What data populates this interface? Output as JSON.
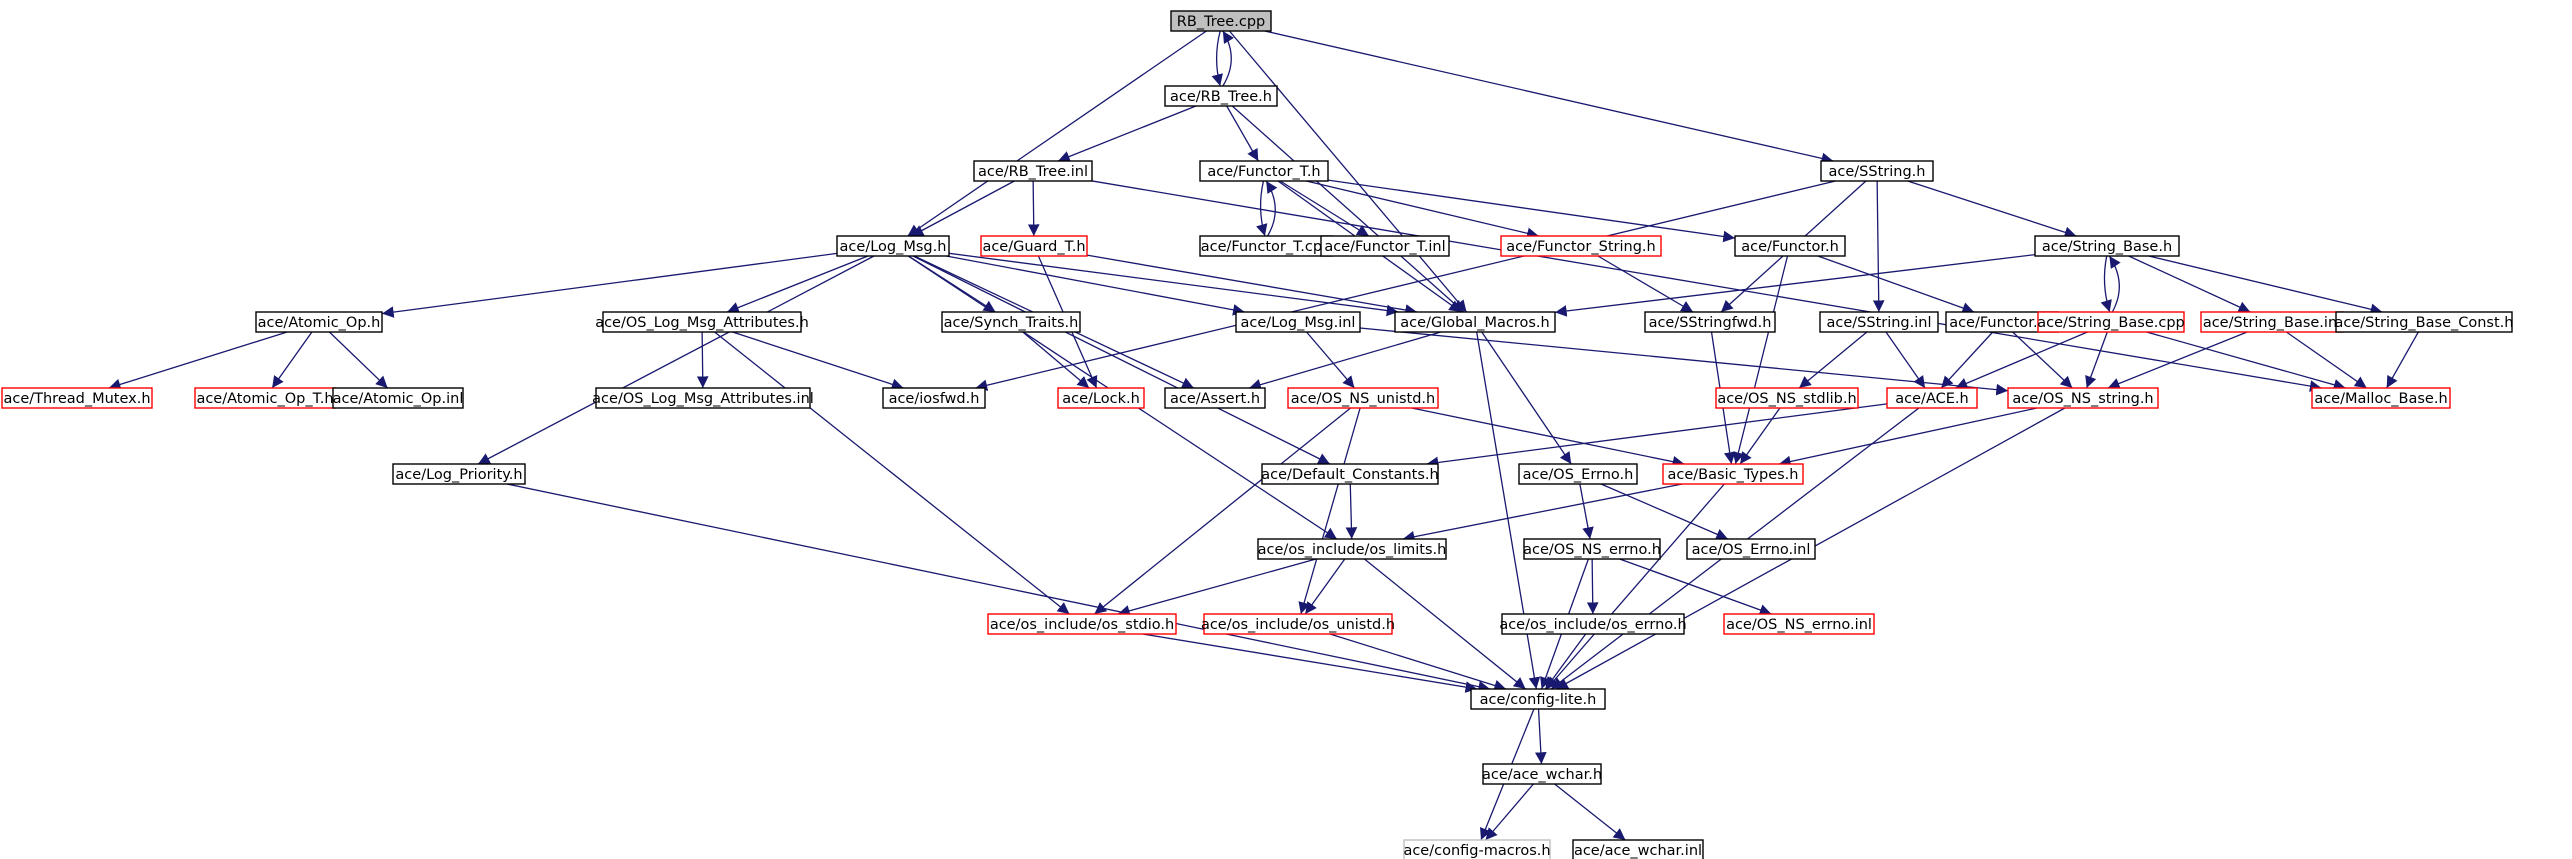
{
  "colors": {
    "edge": "#191970",
    "border_normal": "#000000",
    "border_undocumented": "#ff0000",
    "border_external": "#bfbfbf",
    "fill_root": "#bfbfbf",
    "fill_normal": "#ffffff"
  },
  "nodes": [
    {
      "id": "rb_tree_cpp",
      "label": "RB_Tree.cpp",
      "style": "root"
    },
    {
      "id": "rb_tree_h",
      "label": "ace/RB_Tree.h",
      "style": "normal"
    },
    {
      "id": "rb_tree_inl",
      "label": "ace/RB_Tree.inl",
      "style": "normal"
    },
    {
      "id": "functor_t_h",
      "label": "ace/Functor_T.h",
      "style": "normal"
    },
    {
      "id": "sstring_h",
      "label": "ace/SString.h",
      "style": "normal"
    },
    {
      "id": "log_msg_h",
      "label": "ace/Log_Msg.h",
      "style": "normal"
    },
    {
      "id": "guard_t_h",
      "label": "ace/Guard_T.h",
      "style": "red"
    },
    {
      "id": "functor_t_cpp",
      "label": "ace/Functor_T.cpp",
      "style": "normal"
    },
    {
      "id": "functor_t_inl",
      "label": "ace/Functor_T.inl",
      "style": "normal"
    },
    {
      "id": "functor_string_h",
      "label": "ace/Functor_String.h",
      "style": "red"
    },
    {
      "id": "functor_h",
      "label": "ace/Functor.h",
      "style": "normal"
    },
    {
      "id": "string_base_h",
      "label": "ace/String_Base.h",
      "style": "normal"
    },
    {
      "id": "atomic_op_h",
      "label": "ace/Atomic_Op.h",
      "style": "normal"
    },
    {
      "id": "os_log_msg_attr_h",
      "label": "ace/OS_Log_Msg_Attributes.h",
      "style": "normal"
    },
    {
      "id": "synch_traits_h",
      "label": "ace/Synch_Traits.h",
      "style": "normal"
    },
    {
      "id": "log_msg_inl",
      "label": "ace/Log_Msg.inl",
      "style": "normal"
    },
    {
      "id": "global_macros_h",
      "label": "ace/Global_Macros.h",
      "style": "normal"
    },
    {
      "id": "sstringfwd_h",
      "label": "ace/SStringfwd.h",
      "style": "normal"
    },
    {
      "id": "sstring_inl",
      "label": "ace/SString.inl",
      "style": "normal"
    },
    {
      "id": "functor_inl",
      "label": "ace/Functor.inl",
      "style": "normal"
    },
    {
      "id": "string_base_cpp",
      "label": "ace/String_Base.cpp",
      "style": "red"
    },
    {
      "id": "string_base_inl",
      "label": "ace/String_Base.inl",
      "style": "red"
    },
    {
      "id": "string_base_const_h",
      "label": "ace/String_Base_Const.h",
      "style": "normal"
    },
    {
      "id": "thread_mutex_h",
      "label": "ace/Thread_Mutex.h",
      "style": "red"
    },
    {
      "id": "atomic_op_t_h",
      "label": "ace/Atomic_Op_T.h",
      "style": "red"
    },
    {
      "id": "atomic_op_inl",
      "label": "ace/Atomic_Op.inl",
      "style": "normal"
    },
    {
      "id": "os_log_msg_attr_inl",
      "label": "ace/OS_Log_Msg_Attributes.inl",
      "style": "normal"
    },
    {
      "id": "iosfwd_h",
      "label": "ace/iosfwd.h",
      "style": "normal"
    },
    {
      "id": "lock_h",
      "label": "ace/Lock.h",
      "style": "red"
    },
    {
      "id": "assert_h",
      "label": "ace/Assert.h",
      "style": "normal"
    },
    {
      "id": "os_ns_unistd_h",
      "label": "ace/OS_NS_unistd.h",
      "style": "red"
    },
    {
      "id": "os_ns_stdlib_h",
      "label": "ace/OS_NS_stdlib.h",
      "style": "red"
    },
    {
      "id": "ace_h",
      "label": "ace/ACE.h",
      "style": "red"
    },
    {
      "id": "os_ns_string_h",
      "label": "ace/OS_NS_string.h",
      "style": "red"
    },
    {
      "id": "malloc_base_h",
      "label": "ace/Malloc_Base.h",
      "style": "red"
    },
    {
      "id": "log_priority_h",
      "label": "ace/Log_Priority.h",
      "style": "normal"
    },
    {
      "id": "default_constants_h",
      "label": "ace/Default_Constants.h",
      "style": "normal"
    },
    {
      "id": "os_errno_h",
      "label": "ace/OS_Errno.h",
      "style": "normal"
    },
    {
      "id": "basic_types_h",
      "label": "ace/Basic_Types.h",
      "style": "red"
    },
    {
      "id": "os_limits_h",
      "label": "ace/os_include/os_limits.h",
      "style": "normal"
    },
    {
      "id": "os_ns_errno_h",
      "label": "ace/OS_NS_errno.h",
      "style": "normal"
    },
    {
      "id": "os_errno_inl",
      "label": "ace/OS_Errno.inl",
      "style": "normal"
    },
    {
      "id": "os_stdio_h",
      "label": "ace/os_include/os_stdio.h",
      "style": "red"
    },
    {
      "id": "os_unistd_h",
      "label": "ace/os_include/os_unistd.h",
      "style": "red"
    },
    {
      "id": "os_include_os_errno_h",
      "label": "ace/os_include/os_errno.h",
      "style": "normal"
    },
    {
      "id": "os_ns_errno_inl",
      "label": "ace/OS_NS_errno.inl",
      "style": "red"
    },
    {
      "id": "config_lite_h",
      "label": "ace/config-lite.h",
      "style": "normal"
    },
    {
      "id": "ace_wchar_h",
      "label": "ace/ace_wchar.h",
      "style": "normal"
    },
    {
      "id": "config_macros_h",
      "label": "ace/config-macros.h",
      "style": "external"
    },
    {
      "id": "ace_wchar_inl",
      "label": "ace/ace_wchar.inl",
      "style": "normal"
    }
  ],
  "edges": [
    [
      "rb_tree_cpp",
      "rb_tree_h"
    ],
    [
      "rb_tree_h",
      "rb_tree_cpp"
    ],
    [
      "rb_tree_cpp",
      "log_msg_h"
    ],
    [
      "rb_tree_cpp",
      "global_macros_h"
    ],
    [
      "rb_tree_cpp",
      "sstring_h"
    ],
    [
      "rb_tree_h",
      "rb_tree_inl"
    ],
    [
      "rb_tree_h",
      "functor_t_h"
    ],
    [
      "rb_tree_h",
      "global_macros_h"
    ],
    [
      "rb_tree_inl",
      "log_msg_h"
    ],
    [
      "rb_tree_inl",
      "guard_t_h"
    ],
    [
      "rb_tree_inl",
      "malloc_base_h"
    ],
    [
      "functor_t_h",
      "functor_t_cpp"
    ],
    [
      "functor_t_cpp",
      "functor_t_h"
    ],
    [
      "functor_t_h",
      "functor_t_inl"
    ],
    [
      "functor_t_h",
      "functor_string_h"
    ],
    [
      "functor_t_h",
      "functor_h"
    ],
    [
      "functor_t_h",
      "global_macros_h"
    ],
    [
      "sstring_h",
      "string_base_h"
    ],
    [
      "sstring_h",
      "sstringfwd_h"
    ],
    [
      "sstring_h",
      "sstring_inl"
    ],
    [
      "sstring_h",
      "iosfwd_h"
    ],
    [
      "log_msg_h",
      "atomic_op_h"
    ],
    [
      "log_msg_h",
      "os_log_msg_attr_h"
    ],
    [
      "log_msg_h",
      "synch_traits_h"
    ],
    [
      "log_msg_h",
      "log_msg_inl"
    ],
    [
      "log_msg_h",
      "global_macros_h"
    ],
    [
      "log_msg_h",
      "assert_h"
    ],
    [
      "log_msg_h",
      "default_constants_h"
    ],
    [
      "log_msg_h",
      "log_priority_h"
    ],
    [
      "log_msg_h",
      "os_limits_h"
    ],
    [
      "guard_t_h",
      "lock_h"
    ],
    [
      "guard_t_h",
      "global_macros_h"
    ],
    [
      "functor_string_h",
      "sstringfwd_h"
    ],
    [
      "functor_h",
      "functor_inl"
    ],
    [
      "functor_h",
      "basic_types_h"
    ],
    [
      "string_base_h",
      "string_base_cpp"
    ],
    [
      "string_base_cpp",
      "string_base_h"
    ],
    [
      "string_base_h",
      "string_base_inl"
    ],
    [
      "string_base_h",
      "string_base_const_h"
    ],
    [
      "string_base_h",
      "global_macros_h"
    ],
    [
      "atomic_op_h",
      "thread_mutex_h"
    ],
    [
      "atomic_op_h",
      "atomic_op_t_h"
    ],
    [
      "atomic_op_h",
      "atomic_op_inl"
    ],
    [
      "os_log_msg_attr_h",
      "os_log_msg_attr_inl"
    ],
    [
      "os_log_msg_attr_h",
      "iosfwd_h"
    ],
    [
      "os_log_msg_attr_h",
      "os_stdio_h"
    ],
    [
      "synch_traits_h",
      "lock_h"
    ],
    [
      "log_msg_inl",
      "os_ns_unistd_h"
    ],
    [
      "log_msg_inl",
      "os_ns_string_h"
    ],
    [
      "global_macros_h",
      "assert_h"
    ],
    [
      "global_macros_h",
      "os_errno_h"
    ],
    [
      "global_macros_h",
      "config_lite_h"
    ],
    [
      "sstringfwd_h",
      "basic_types_h"
    ],
    [
      "sstring_inl",
      "os_ns_stdlib_h"
    ],
    [
      "sstring_inl",
      "ace_h"
    ],
    [
      "functor_inl",
      "ace_h"
    ],
    [
      "functor_inl",
      "os_ns_string_h"
    ],
    [
      "string_base_cpp",
      "ace_h"
    ],
    [
      "string_base_cpp",
      "os_ns_string_h"
    ],
    [
      "string_base_cpp",
      "malloc_base_h"
    ],
    [
      "string_base_inl",
      "os_ns_string_h"
    ],
    [
      "string_base_inl",
      "malloc_base_h"
    ],
    [
      "string_base_const_h",
      "malloc_base_h"
    ],
    [
      "os_ns_unistd_h",
      "basic_types_h"
    ],
    [
      "os_ns_unistd_h",
      "os_stdio_h"
    ],
    [
      "os_ns_unistd_h",
      "os_unistd_h"
    ],
    [
      "os_ns_stdlib_h",
      "basic_types_h"
    ],
    [
      "ace_h",
      "default_constants_h"
    ],
    [
      "ace_h",
      "config_lite_h"
    ],
    [
      "os_ns_string_h",
      "basic_types_h"
    ],
    [
      "os_ns_string_h",
      "config_lite_h"
    ],
    [
      "log_priority_h",
      "config_lite_h"
    ],
    [
      "default_constants_h",
      "os_limits_h"
    ],
    [
      "os_errno_h",
      "os_ns_errno_h"
    ],
    [
      "os_errno_h",
      "os_errno_inl"
    ],
    [
      "basic_types_h",
      "os_limits_h"
    ],
    [
      "basic_types_h",
      "config_lite_h"
    ],
    [
      "os_limits_h",
      "os_stdio_h"
    ],
    [
      "os_limits_h",
      "os_unistd_h"
    ],
    [
      "os_limits_h",
      "config_lite_h"
    ],
    [
      "os_ns_errno_h",
      "os_include_os_errno_h"
    ],
    [
      "os_ns_errno_h",
      "os_ns_errno_inl"
    ],
    [
      "os_ns_errno_h",
      "config_lite_h"
    ],
    [
      "os_stdio_h",
      "config_lite_h"
    ],
    [
      "os_unistd_h",
      "config_lite_h"
    ],
    [
      "os_include_os_errno_h",
      "config_lite_h"
    ],
    [
      "config_lite_h",
      "ace_wchar_h"
    ],
    [
      "config_lite_h",
      "config_macros_h"
    ],
    [
      "ace_wchar_h",
      "config_macros_h"
    ],
    [
      "ace_wchar_h",
      "ace_wchar_inl"
    ]
  ]
}
